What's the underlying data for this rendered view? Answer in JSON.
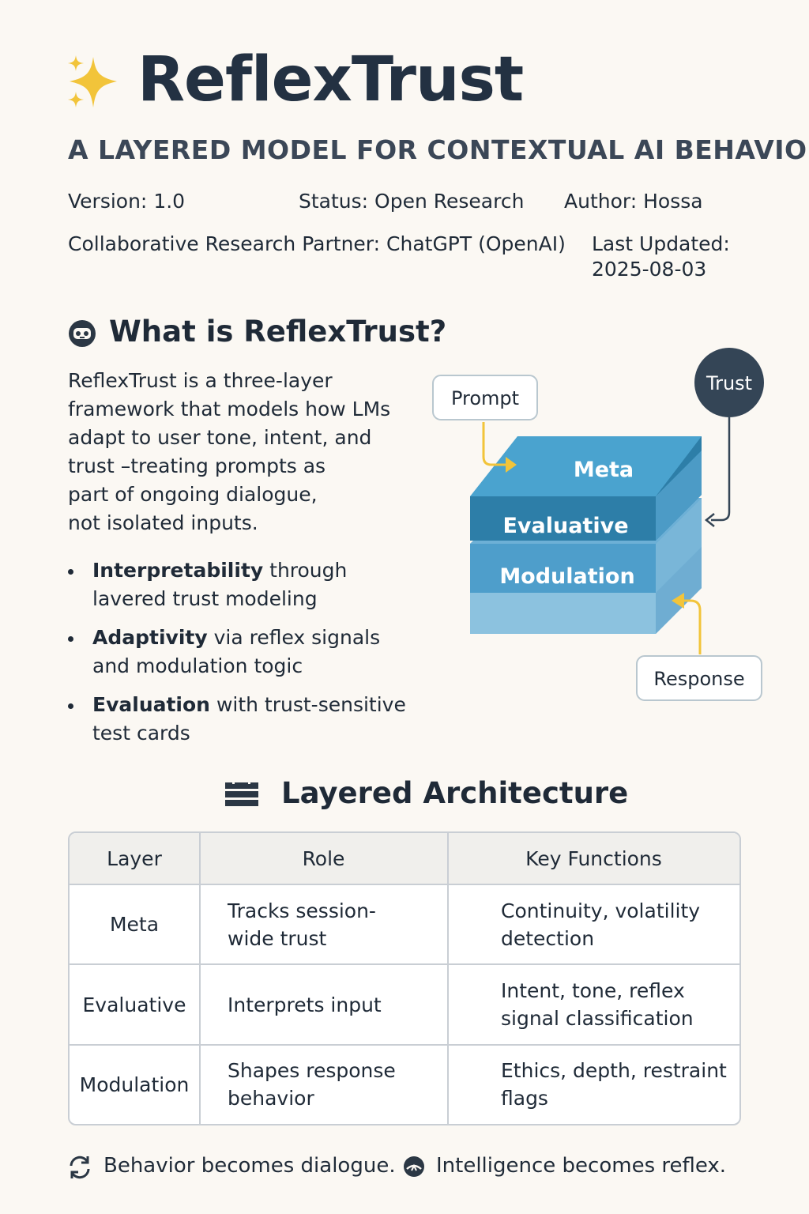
{
  "header": {
    "title": "ReflexTrust",
    "subtitle": "A LAYERED MODEL FOR CONTEXTUAL AI BEHAVIOR",
    "icon": "sparkles-icon",
    "accent_color": "#f2c43a"
  },
  "meta": {
    "version_label": "Version:",
    "version_value": "1.0",
    "status_label": "Status:",
    "status_value": "Open Research",
    "author_label": "Author:",
    "author_value": "Hossa",
    "partner_label": "Collaborative Research Partner:",
    "partner_value": "ChatGPT (OpenAI)",
    "updated_label": "Last Updated:",
    "updated_value": "2025-08-03"
  },
  "what": {
    "icon": "robot-face-icon",
    "heading": "What is ReflexTrust?",
    "paragraph_lines": [
      "ReflexTrust is a three-layer",
      "framework that models how LMs",
      "adapt to user tone, intent, and",
      "trust –treating prompts as",
      "part of ongoing dialogue,",
      "not isolated inputs."
    ],
    "bullets": [
      {
        "bold": "Interpretability",
        "text": "through lavered trust modeling"
      },
      {
        "bold": "Adaptivity",
        "text": "via reflex signals and modulation togic"
      },
      {
        "bold": "Evaluation",
        "text": "with trust-sensitive test cards"
      }
    ]
  },
  "diagram": {
    "prompt": "Prompt",
    "trust": "Trust",
    "response": "Response",
    "layers": [
      "Meta",
      "Evaluative",
      "Modulation"
    ],
    "colors": {
      "meta_top": "#4aa3cf",
      "evaluative": "#2d7ea8",
      "modulation": "#4e9ecb",
      "base": "#8cc2df",
      "trust_circle": "#344556",
      "arrow_yellow": "#f2c43a"
    }
  },
  "architecture": {
    "icon": "layers-icon",
    "heading": "Layered Architecture",
    "columns": [
      "Layer",
      "Role",
      "Key Functions"
    ],
    "rows": [
      {
        "layer": "Meta",
        "role_lines": [
          "Tracks session-",
          "wide trust"
        ],
        "functions_lines": [
          "Continuity, volatility",
          "detection"
        ]
      },
      {
        "layer": "Evaluative",
        "role_lines": [
          "Interprets input"
        ],
        "functions_lines": [
          "Intent, tone, reflex",
          "signal classification"
        ]
      },
      {
        "layer": "Modulation",
        "role_lines": [
          "Shapes response",
          "behavior"
        ],
        "functions_lines": [
          "Ethics, depth, restraint",
          "flags"
        ]
      }
    ]
  },
  "footer": {
    "item1_icon": "cycle-arrows-icon",
    "item1_text": "Behavior becomes dialogue.",
    "item2_icon": "brain-icon",
    "item2_text": "Intelligence becomes reflex."
  }
}
